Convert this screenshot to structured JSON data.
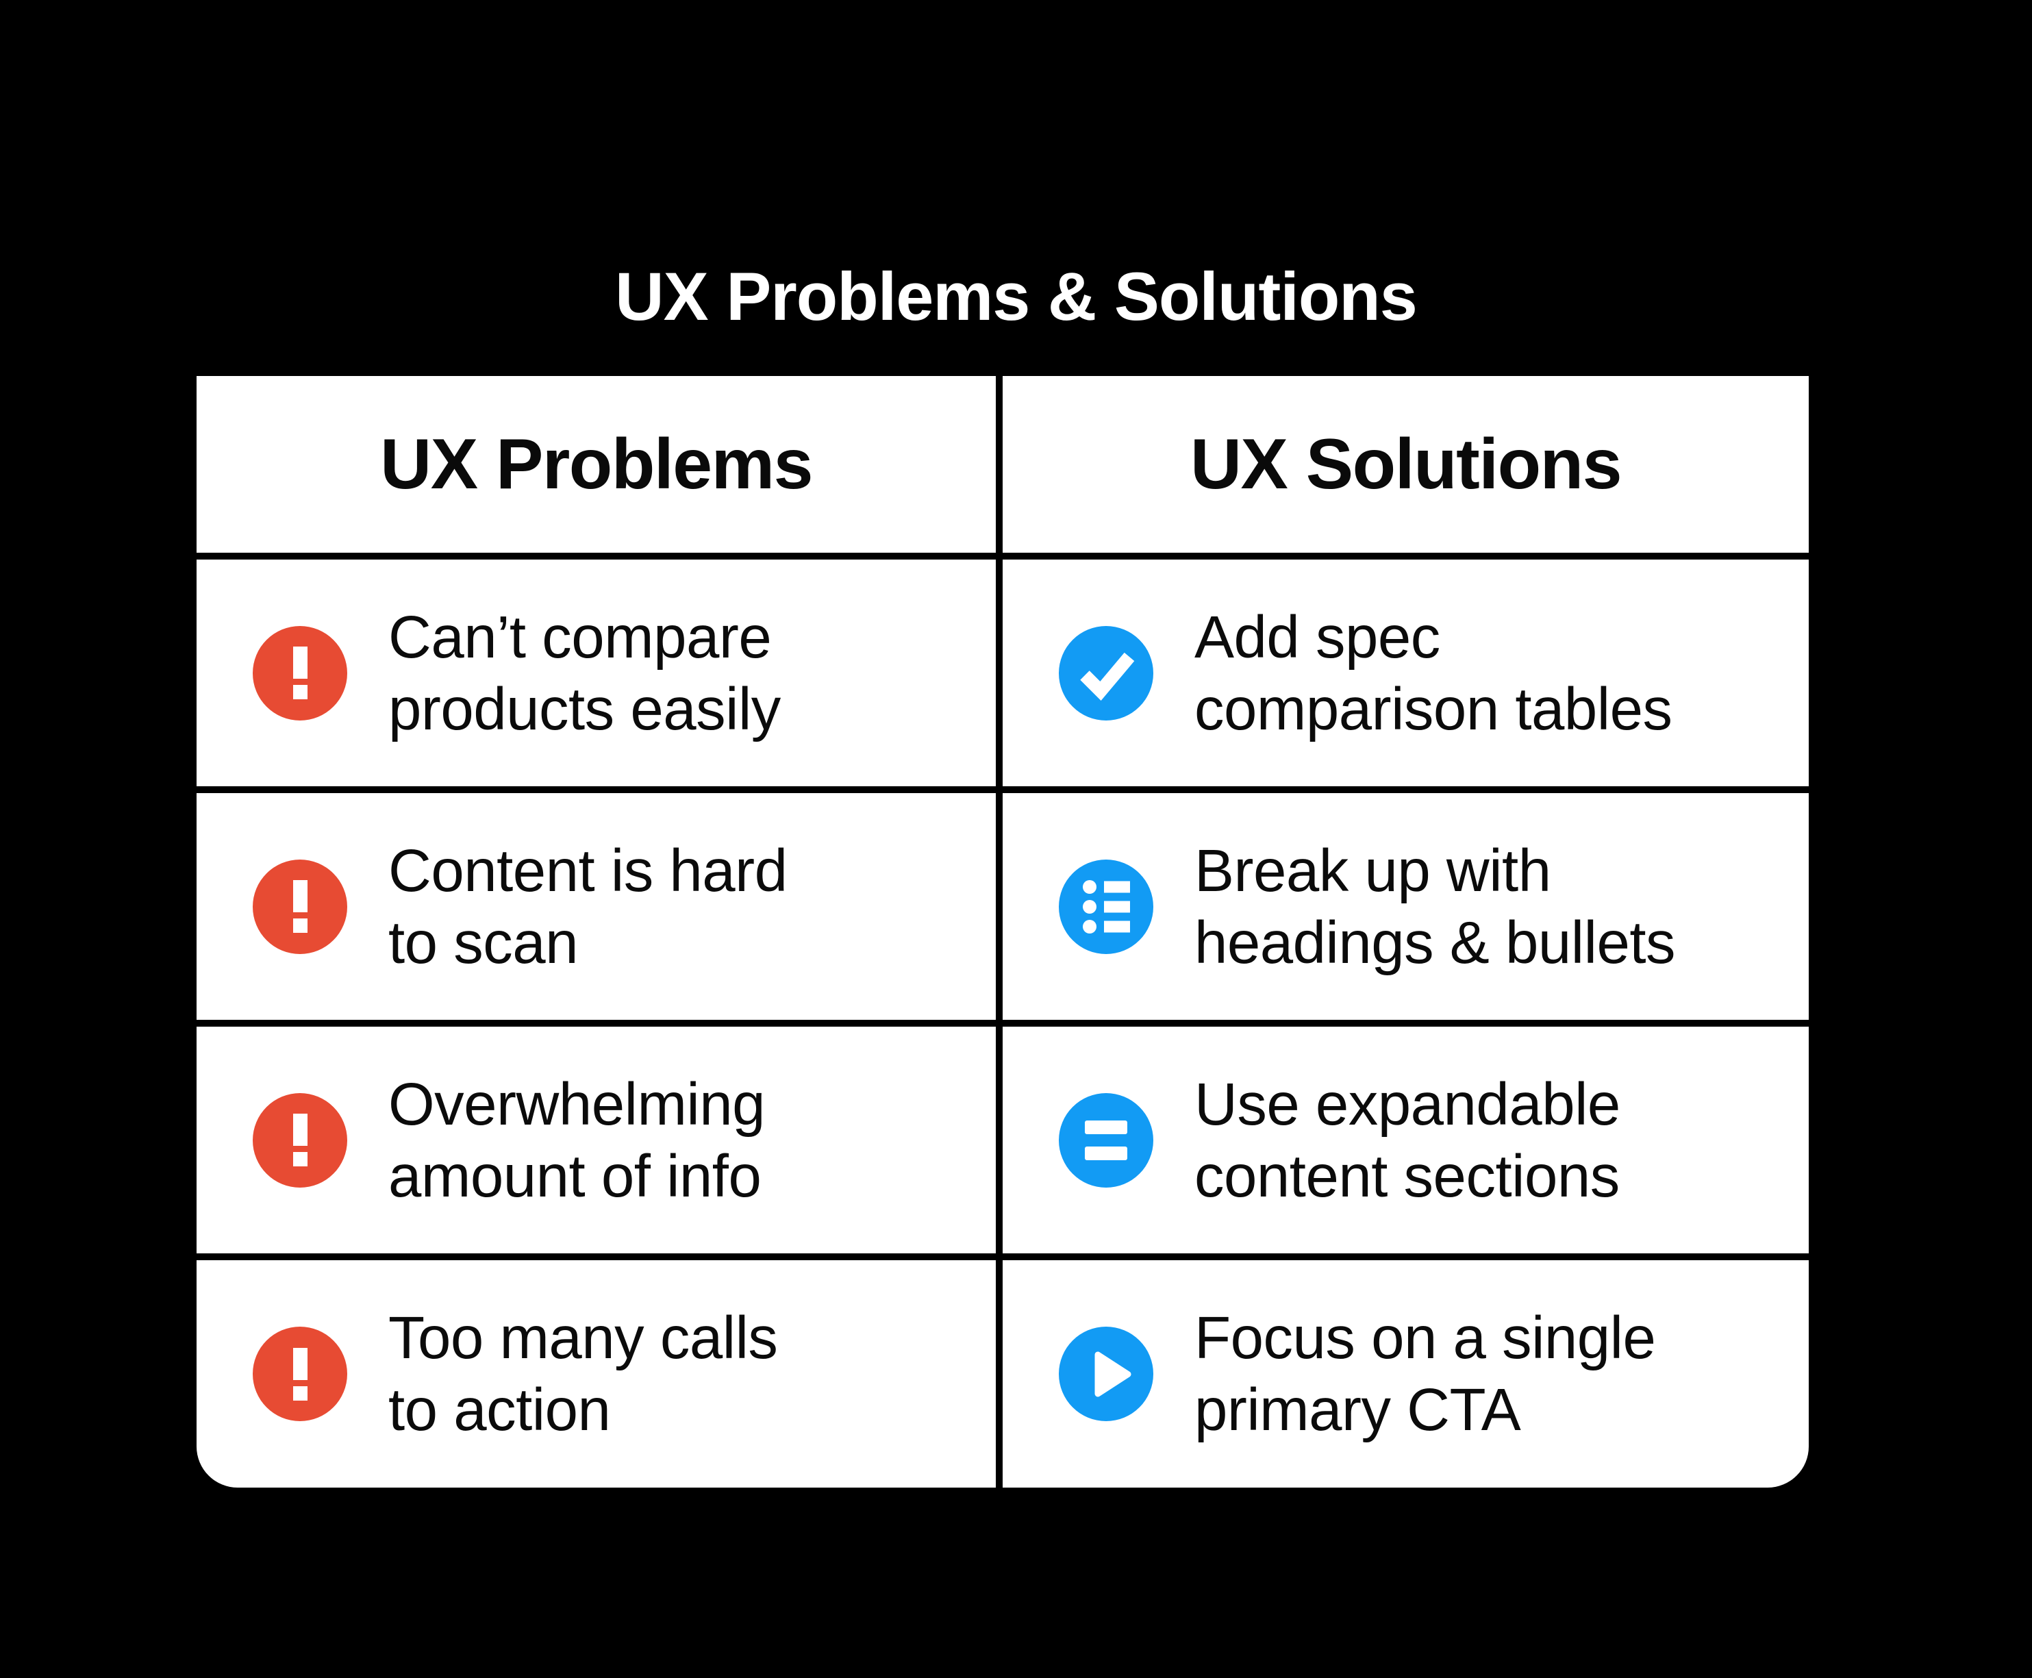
{
  "title": "UX Problems & Solutions",
  "colors": {
    "background": "#000000",
    "cell_background": "#FFFFFF",
    "text": "#0B0B0B",
    "title_text": "#FFFFFF",
    "problem_icon_red": "#E74B33",
    "solution_icon_blue": "#129BF4",
    "grid_divider": "#000000"
  },
  "table": {
    "headers": [
      "UX Problems",
      "UX Solutions"
    ],
    "rows": [
      {
        "problem": {
          "icon": "exclamation-icon",
          "line1": "Can’t compare",
          "line2": "products easily"
        },
        "solution": {
          "icon": "check-icon",
          "line1": "Add spec",
          "line2": "comparison tables"
        }
      },
      {
        "problem": {
          "icon": "exclamation-icon",
          "line1": "Content is hard",
          "line2": "to scan"
        },
        "solution": {
          "icon": "bullet-list-icon",
          "line1": "Break up with",
          "line2": "headings & bullets"
        }
      },
      {
        "problem": {
          "icon": "exclamation-icon",
          "line1": "Overwhelming",
          "line2": "amount of info"
        },
        "solution": {
          "icon": "equals-icon",
          "line1": "Use expandable",
          "line2": "content sections"
        }
      },
      {
        "problem": {
          "icon": "exclamation-icon",
          "line1": "Too many calls",
          "line2": "to action"
        },
        "solution": {
          "icon": "play-icon",
          "line1": "Focus on a single",
          "line2": "primary CTA"
        }
      }
    ]
  }
}
